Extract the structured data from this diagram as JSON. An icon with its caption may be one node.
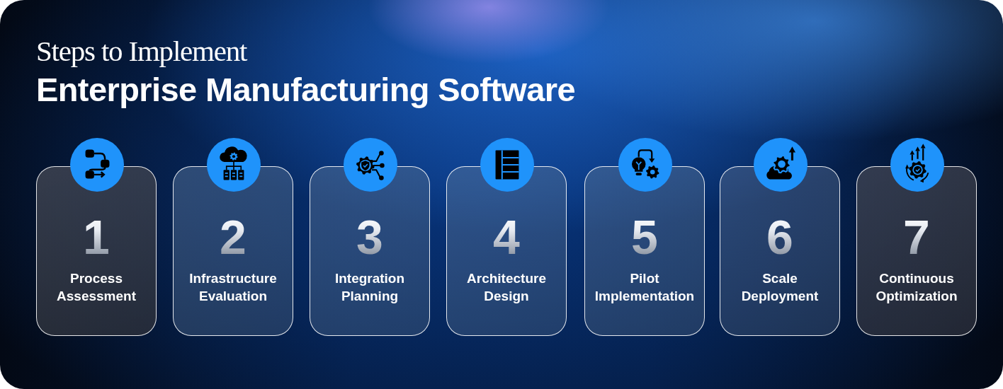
{
  "diagram": {
    "title": "Steps to Implement **Enterprise Manufacturing Software**",
    "nodes": [
      {
        "text": [
          "1",
          "Process Assessment"
        ]
      },
      {
        "text": [
          "2",
          "Infrastructure Evaluation"
        ]
      },
      {
        "text": [
          "3",
          "Integration Planning"
        ]
      },
      {
        "text": [
          "4",
          "Architecture Design"
        ]
      },
      {
        "text": [
          "5",
          "Pilot Implementation"
        ]
      },
      {
        "text": [
          "6",
          "Scale Deployment"
        ]
      },
      {
        "text": [
          "7",
          "Continuous Optimization"
        ]
      }
    ]
  }
}
